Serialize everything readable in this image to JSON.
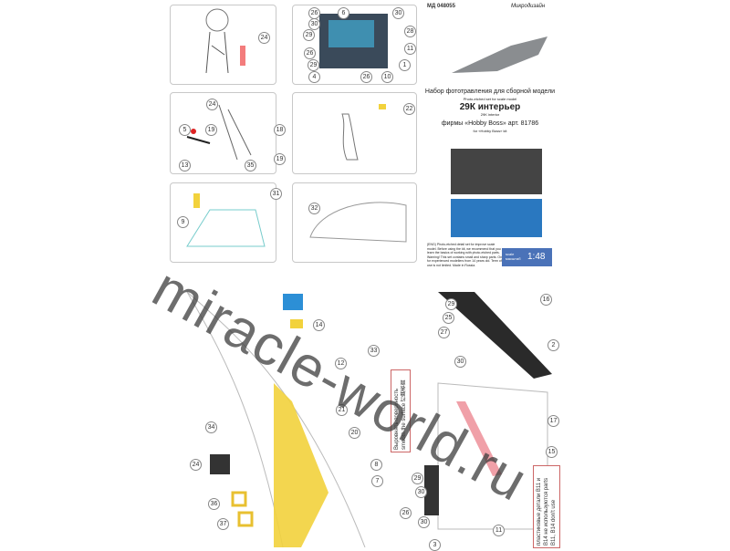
{
  "header": {
    "code": "МД 048055",
    "brand": "Микродизайн",
    "title_ru": "Набор фототравления для сборной модели",
    "title_en": "Photo-etched set for scale model",
    "model_ru": "29К интерьер",
    "model_en": "29K interior",
    "kit_ru": "фирмы «Hobby Boss» арт. 81786",
    "kit_en": "for «Hobby Boss» kit",
    "disclaimer": "(ENG) Photo-etched detail set for improve scale model. Before using the kit, we recommend that you learn the basics of working with photo-etched parts. Warning! This set contains small and sharp parts. Only for experienced modellers from 14 years old. Term of use is not limited. Made in Russia.",
    "scale_label": "scale масштаб",
    "scale": "1:48"
  },
  "notes": {
    "smooth": "Выровнять поверхность smooth the surface 打磨表面",
    "parts": "пластиковые детали B11 и B14 не используются parts B11, B14 don't use"
  },
  "watermark": "miracle-world.ru",
  "callouts": {
    "p1": [
      "24"
    ],
    "p2": [
      "26",
      "30",
      "29",
      "26",
      "4",
      "29",
      "26",
      "10",
      "1",
      "11",
      "28",
      "30",
      "6"
    ],
    "p3": [
      "24",
      "5",
      "19",
      "13",
      "35",
      "19",
      "18"
    ],
    "p4": [
      "22"
    ],
    "p5": [
      "31",
      "9"
    ],
    "p6": [
      "32"
    ],
    "bottom": [
      "14",
      "12",
      "21",
      "20",
      "34",
      "24",
      "8",
      "7",
      "36",
      "37",
      "33",
      "29",
      "25",
      "27",
      "30",
      "16",
      "2",
      "17",
      "15",
      "29",
      "30",
      "26",
      "30",
      "11",
      "3"
    ]
  },
  "colors": {
    "accent": "#4a72b8",
    "yellow": "#f2d23c",
    "blue": "#2c8fd6",
    "pink": "#f0a0a8"
  }
}
